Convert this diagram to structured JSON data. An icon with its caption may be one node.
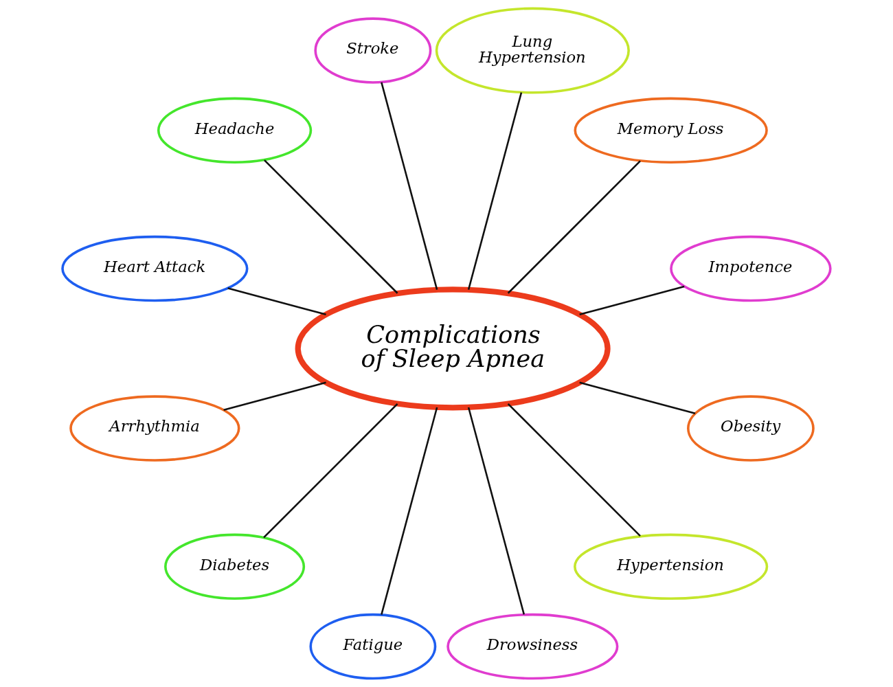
{
  "diagram": {
    "nodes": [
      {
        "text": [
          "Complications of Sleep Apnea"
        ]
      },
      {
        "text": [
          "Impotence"
        ]
      },
      {
        "text": [
          "Memory Loss"
        ]
      },
      {
        "text": [
          "Lung Hypertension"
        ]
      },
      {
        "text": [
          "Stroke"
        ]
      },
      {
        "text": [
          "Headache"
        ]
      },
      {
        "text": [
          "Heart Attack"
        ]
      },
      {
        "text": [
          "Arrhythmia"
        ]
      },
      {
        "text": [
          "Diabetes"
        ]
      },
      {
        "text": [
          "Fatigue"
        ]
      },
      {
        "text": [
          "Drowsiness"
        ]
      },
      {
        "text": [
          "Hypertension"
        ]
      },
      {
        "text": [
          "Obesity"
        ]
      }
    ],
    "edges": [
      {
        "from": 0,
        "to": 1,
        "arrow": "none"
      },
      {
        "from": 0,
        "to": 2,
        "arrow": "none"
      },
      {
        "from": 0,
        "to": 3,
        "arrow": "none"
      },
      {
        "from": 0,
        "to": 4,
        "arrow": "none"
      },
      {
        "from": 0,
        "to": 5,
        "arrow": "none"
      },
      {
        "from": 0,
        "to": 6,
        "arrow": "none"
      },
      {
        "from": 0,
        "to": 7,
        "arrow": "none"
      },
      {
        "from": 0,
        "to": 8,
        "arrow": "none"
      },
      {
        "from": 0,
        "to": 9,
        "arrow": "none"
      },
      {
        "from": 0,
        "to": 10,
        "arrow": "none"
      },
      {
        "from": 0,
        "to": 11,
        "arrow": "none"
      },
      {
        "from": 0,
        "to": 12,
        "arrow": "none"
      }
    ]
  }
}
